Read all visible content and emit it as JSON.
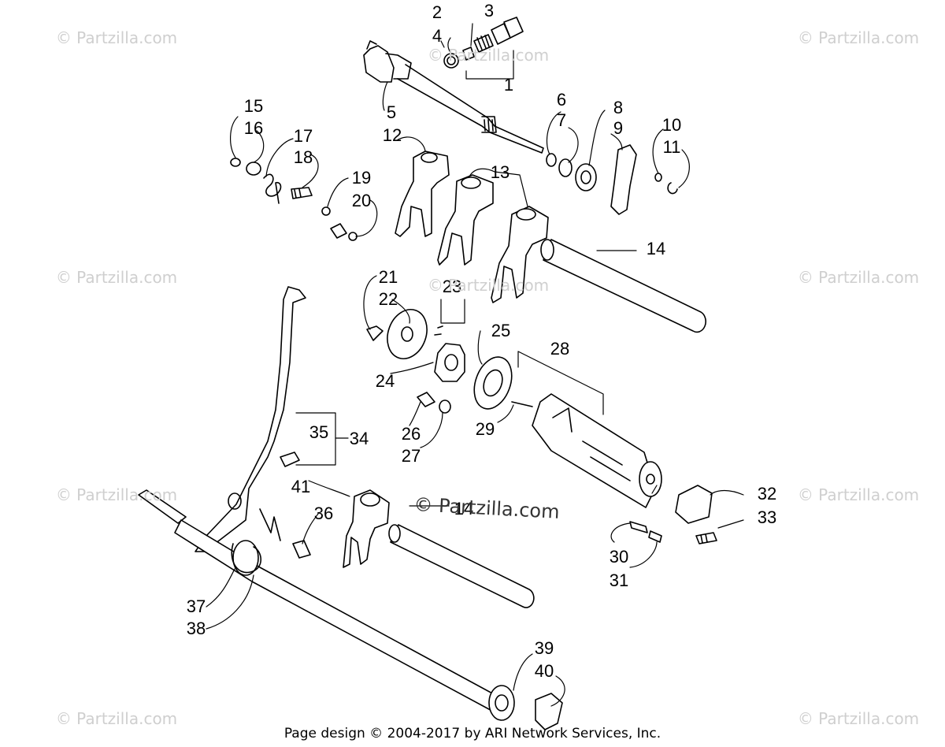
{
  "diagram": {
    "callouts": [
      {
        "id": "c1",
        "text": "1"
      },
      {
        "id": "c2",
        "text": "2"
      },
      {
        "id": "c3",
        "text": "3"
      },
      {
        "id": "c4",
        "text": "4"
      },
      {
        "id": "c5",
        "text": "5"
      },
      {
        "id": "c6",
        "text": "6"
      },
      {
        "id": "c7",
        "text": "7"
      },
      {
        "id": "c8",
        "text": "8"
      },
      {
        "id": "c9",
        "text": "9"
      },
      {
        "id": "c10",
        "text": "10"
      },
      {
        "id": "c11",
        "text": "11"
      },
      {
        "id": "c12",
        "text": "12"
      },
      {
        "id": "c13",
        "text": "13"
      },
      {
        "id": "c14a",
        "text": "14"
      },
      {
        "id": "c14b",
        "text": "14"
      },
      {
        "id": "c15",
        "text": "15"
      },
      {
        "id": "c16",
        "text": "16"
      },
      {
        "id": "c17",
        "text": "17"
      },
      {
        "id": "c18",
        "text": "18"
      },
      {
        "id": "c19",
        "text": "19"
      },
      {
        "id": "c20",
        "text": "20"
      },
      {
        "id": "c21",
        "text": "21"
      },
      {
        "id": "c22",
        "text": "22"
      },
      {
        "id": "c23",
        "text": "23"
      },
      {
        "id": "c24",
        "text": "24"
      },
      {
        "id": "c25",
        "text": "25"
      },
      {
        "id": "c26",
        "text": "26"
      },
      {
        "id": "c27",
        "text": "27"
      },
      {
        "id": "c28",
        "text": "28"
      },
      {
        "id": "c29",
        "text": "29"
      },
      {
        "id": "c30",
        "text": "30"
      },
      {
        "id": "c31",
        "text": "31"
      },
      {
        "id": "c32",
        "text": "32"
      },
      {
        "id": "c33",
        "text": "33"
      },
      {
        "id": "c34",
        "text": "34"
      },
      {
        "id": "c35",
        "text": "35"
      },
      {
        "id": "c36",
        "text": "36"
      },
      {
        "id": "c37",
        "text": "37"
      },
      {
        "id": "c38",
        "text": "38"
      },
      {
        "id": "c39",
        "text": "39"
      },
      {
        "id": "c40",
        "text": "40"
      },
      {
        "id": "c41",
        "text": "41"
      }
    ],
    "watermark": "© Partzilla.com",
    "center_watermark": "© Partzilla.com",
    "footer": "Page design © 2004-2017 by ARI Network Services, Inc."
  }
}
